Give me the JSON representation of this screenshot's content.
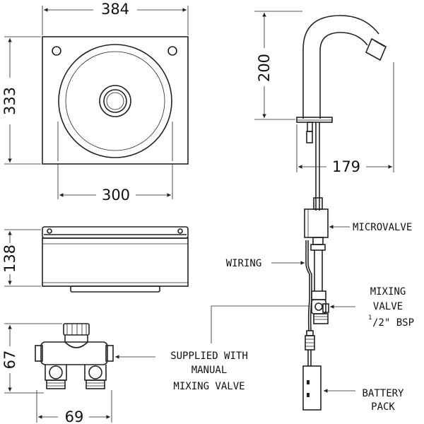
{
  "dimensions": {
    "basin_width": "384",
    "basin_height": "333",
    "basin_inner_width": "300",
    "tap_height": "200",
    "tap_reach": "179",
    "basin_depth": "138",
    "valve_height": "67",
    "valve_width": "69"
  },
  "labels": {
    "microvalve": "MICROVALVE",
    "wiring": "WIRING",
    "mixing_valve_line1": "MIXING",
    "mixing_valve_line2": "VALVE",
    "mixing_valve_sup": "1",
    "mixing_valve_frac": "/2\" BSP",
    "supplied_line1": "SUPPLIED WITH",
    "supplied_line2": "MANUAL",
    "supplied_line3": "MIXING VALVE",
    "battery_line1": "BATTERY",
    "battery_line2": "PACK"
  }
}
